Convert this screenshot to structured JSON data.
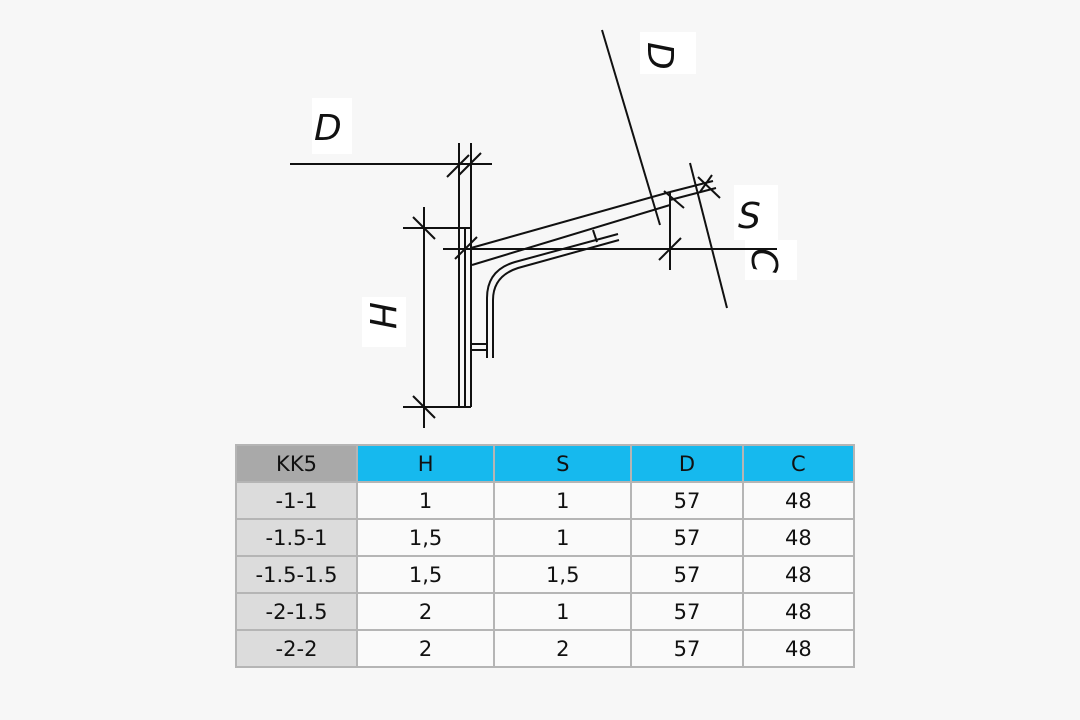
{
  "drawing": {
    "labels": {
      "d_left": "D",
      "d_right": "D",
      "s": "S",
      "c": "C",
      "h": "H"
    }
  },
  "table": {
    "corner": "KK5",
    "columns": [
      "H",
      "S",
      "D",
      "C"
    ],
    "rows": [
      {
        "code": "-1-1",
        "values": [
          "1",
          "1",
          "57",
          "48"
        ]
      },
      {
        "code": "-1.5-1",
        "values": [
          "1,5",
          "1",
          "57",
          "48"
        ]
      },
      {
        "code": "-1.5-1.5",
        "values": [
          "1,5",
          "1,5",
          "57",
          "48"
        ]
      },
      {
        "code": "-2-1.5",
        "values": [
          "2",
          "1",
          "57",
          "48"
        ]
      },
      {
        "code": "-2-2",
        "values": [
          "2",
          "2",
          "57",
          "48"
        ]
      }
    ],
    "colors": {
      "header": "#16b9ee",
      "corner": "#a9a9a9",
      "code": "#dcdcdc"
    }
  }
}
